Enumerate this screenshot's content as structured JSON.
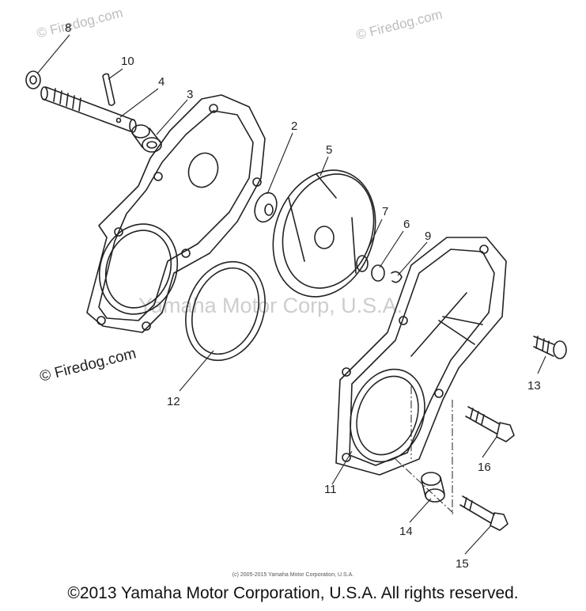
{
  "watermarks": {
    "top_left": "© Firedog.com",
    "top_right": "© Firedog.com",
    "mid_left": "© Firedog.com",
    "center": "Yamaha Motor Corp, U.S.A."
  },
  "callouts": [
    "8",
    "10",
    "4",
    "3",
    "2",
    "5",
    "7",
    "6",
    "9",
    "13",
    "12",
    "16",
    "11",
    "14",
    "15"
  ],
  "footer": {
    "small": "(c) 2005-2015 Yamaha Motor Corporation, U.S.A.",
    "copyright": "©2013 Yamaha Motor Corporation, U.S.A. All rights reserved."
  }
}
